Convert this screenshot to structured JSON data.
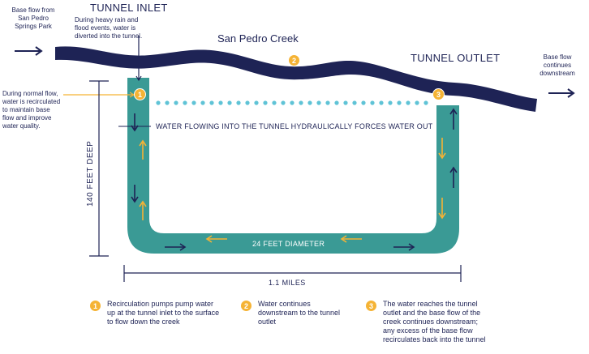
{
  "labels": {
    "base_flow_from": "Base flow from\nSan Pedro\nSprings Park",
    "tunnel_inlet": "TUNNEL INLET",
    "heavy_rain": "During heavy rain and\nflood events, water is\ndiverted into the tunnel.",
    "creek": "San Pedro Creek",
    "tunnel_outlet": "TUNNEL OUTLET",
    "base_flow_continues": "Base flow\ncontinues\ndownstream",
    "normal_flow": "During normal flow,\nwater is recirculated\nto maintain base\nflow and improve\nwater quality.",
    "hydraulic": "WATER FLOWING INTO THE TUNNEL HYDRAULICALLY FORCES WATER OUT",
    "depth": "140 FEET DEEP",
    "diameter": "24 FEET DIAMETER",
    "length": "1.1 MILES"
  },
  "badges": [
    "1",
    "2",
    "3"
  ],
  "legend": [
    {
      "num": "1",
      "text": "Recirculation pumps pump water\nup at the tunnel inlet to the surface\nto flow down the creek"
    },
    {
      "num": "2",
      "text": "Water continues\ndownstream to the tunnel\noutlet"
    },
    {
      "num": "3",
      "text": "The water reaches the tunnel\noutlet and the base flow of the\ncreek continues downstream;\nany excess of the base flow\nrecirculates back into the tunnel"
    }
  ],
  "colors": {
    "navy": "#1e2355",
    "tunnel": "#3a9a95",
    "orange": "#f5b335",
    "dots": "#5fc3d6"
  }
}
